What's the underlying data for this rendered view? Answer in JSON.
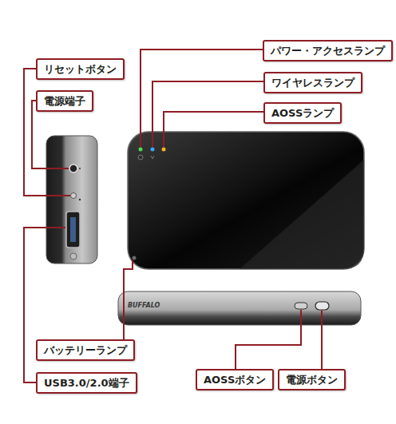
{
  "diagram": {
    "nodes": [
      {
        "text": [
          "パワー・アクセスランプ"
        ]
      },
      {
        "text": [
          "ワイヤレスランプ"
        ]
      },
      {
        "text": [
          "AOSSランプ"
        ]
      },
      {
        "text": [
          "リセットボタン"
        ]
      },
      {
        "text": [
          "電源端子"
        ]
      },
      {
        "text": [
          "バッテリーランプ"
        ]
      },
      {
        "text": [
          "USB3.0/2.0端子"
        ]
      },
      {
        "text": [
          "AOSSボタン"
        ]
      },
      {
        "text": [
          "電源ボタン"
        ]
      }
    ],
    "labels": [
      "BUFFALO"
    ]
  }
}
